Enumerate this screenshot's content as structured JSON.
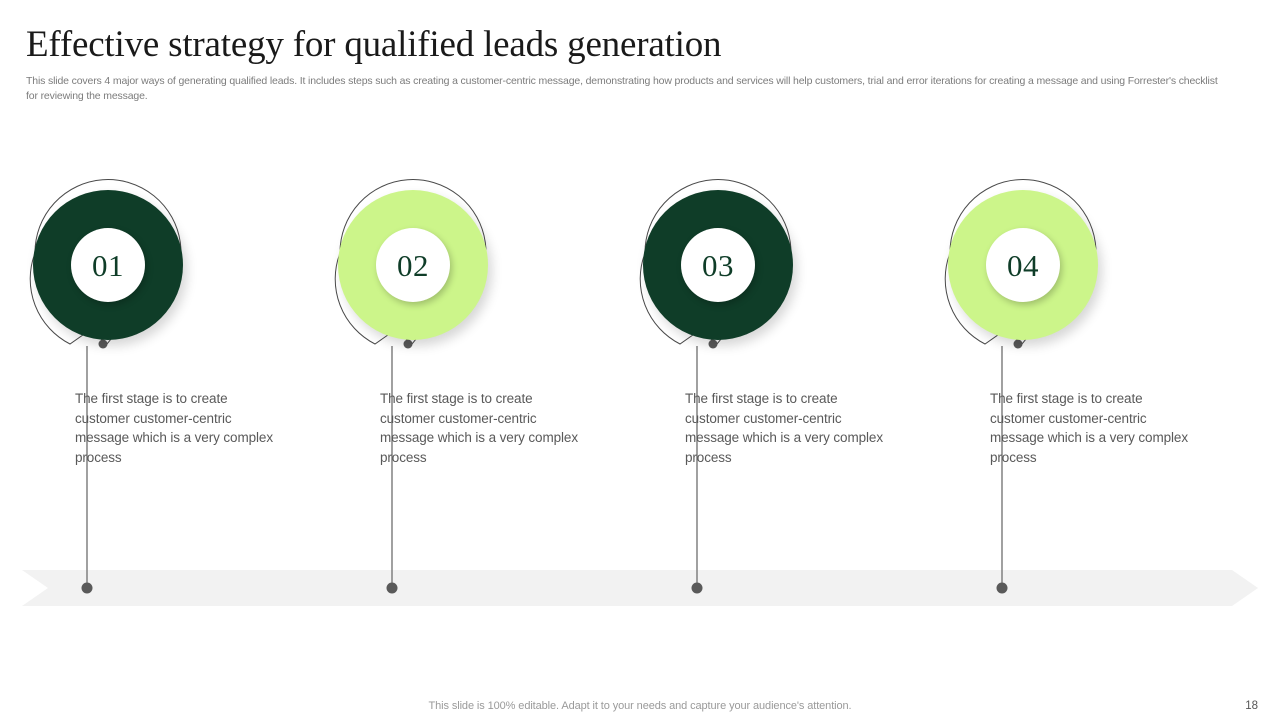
{
  "header": {
    "title": "Effective strategy for qualified leads generation",
    "subtitle": "This slide covers 4 major ways of generating qualified leads. It includes steps such as creating a customer-centric message, demonstrating how products and services will help customers, trial and error iterations for creating a message and using Forrester's checklist for reviewing the message."
  },
  "colors": {
    "dark_green": "#0F3D28",
    "light_green": "#CCF58A",
    "ribbon_gray": "#F2F2F2",
    "line_gray": "#808080",
    "text_gray": "#595959",
    "subtitle_gray": "#7C7C7C"
  },
  "steps": [
    {
      "number": "01",
      "color": "#0F3D28",
      "number_color": "#0F3D28",
      "description": "The first stage is to create customer customer-centric message which is a very complex process"
    },
    {
      "number": "02",
      "color": "#CCF58A",
      "number_color": "#0F3D28",
      "description": "The first stage is to create customer customer-centric message which is a very complex process"
    },
    {
      "number": "03",
      "color": "#0F3D28",
      "number_color": "#0F3D28",
      "description": "The first stage is to create customer customer-centric message which is a very complex process"
    },
    {
      "number": "04",
      "color": "#CCF58A",
      "number_color": "#0F3D28",
      "description": "The first stage is to create customer customer-centric message which is a very complex process"
    }
  ],
  "footer": {
    "note": "This slide is 100% editable. Adapt it to your needs and capture your audience's attention.",
    "page_number": "18"
  }
}
